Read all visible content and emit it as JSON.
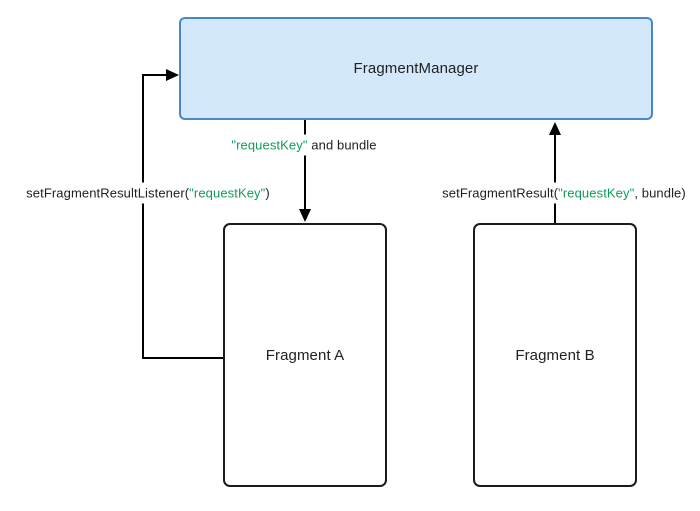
{
  "diagram": {
    "nodes": {
      "fragment_manager": {
        "label": "FragmentManager"
      },
      "fragment_a": {
        "label": "Fragment A"
      },
      "fragment_b": {
        "label": "Fragment B"
      }
    },
    "labels": {
      "request_key_bundle": {
        "key": "\"requestKey\"",
        "rest": " and bundle"
      },
      "set_listener": {
        "prefix": "setFragmentResultListener(",
        "key": "\"requestKey\"",
        "suffix": ")"
      },
      "set_result": {
        "prefix": "setFragmentResult(",
        "key": "\"requestKey\"",
        "suffix": ", bundle)"
      }
    },
    "arrows": [
      {
        "name": "listener-registration-arrow",
        "from": "fragment_a",
        "to": "fragment_manager",
        "style": "elbow-right"
      },
      {
        "name": "deliver-result-arrow",
        "from": "fragment_manager",
        "to": "fragment_a",
        "style": "straight-down"
      },
      {
        "name": "set-result-arrow",
        "from": "fragment_b",
        "to": "fragment_manager",
        "style": "straight-up"
      }
    ],
    "colors": {
      "manager_fill": "#d4e8fb",
      "manager_border": "#4a86c8",
      "fragment_border": "#1b1b1b",
      "arrow": "#000000",
      "text": "#202124",
      "code_green": "#0f9d58",
      "background": "#ffffff"
    }
  }
}
